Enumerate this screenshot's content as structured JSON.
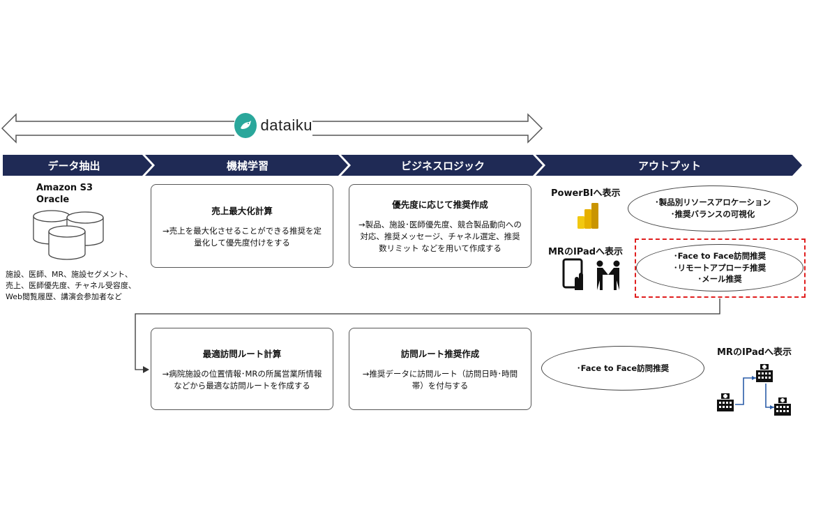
{
  "brand": {
    "name": "dataiku",
    "color": "#2aa79b"
  },
  "phases": [
    "データ抽出",
    "機械学習",
    "ビジネスロジック",
    "アウトプット"
  ],
  "phase_color": "#1f2a55",
  "source": {
    "title_lines": [
      "Amazon S3",
      "Oracle"
    ],
    "desc_lines": [
      "施設、医師、MR、施設セグメント、",
      "売上、医師優先度、チャネル受容度、",
      "Web閲覧履歴、講演会参加者など"
    ]
  },
  "boxes": {
    "sales": {
      "title": "売上最大化計算",
      "body": "→売上を最大化させることができる推奨を定量化して優先度付けをする"
    },
    "priority": {
      "title": "優先度に応じて推奨作成",
      "body": "→製品、施設･医師優先度、競合製品動向への対応、推奨メッセージ、チャネル選定、推奨数リミット などを用いて作成する"
    },
    "route": {
      "title": "最適訪問ルート計算",
      "body": "→病院施設の位置情報･MRの所属営業所情報などから最適な訪問ルートを作成する"
    },
    "route_rec": {
      "title": "訪問ルート推奨作成",
      "body": "→推奨データに訪問ルート（訪問日時･時間帯）を付与する"
    }
  },
  "outputs": {
    "powerbi_label": "PowerBIへ表示",
    "powerbi_ellipse": [
      "･製品別リソースアロケーション",
      "･推奨バランスの可視化"
    ],
    "ipad_label": "MRのIPadへ表示",
    "ipad_ellipse": [
      "･Face to Face訪問推奨",
      "･リモートアプローチ推奨",
      "･メール推奨"
    ],
    "route_ellipse": "･Face to Face訪問推奨",
    "ipad_label_2": "MRのIPadへ表示"
  },
  "colors": {
    "powerbi": "#f2c811",
    "highlight": "#e01e1e"
  }
}
